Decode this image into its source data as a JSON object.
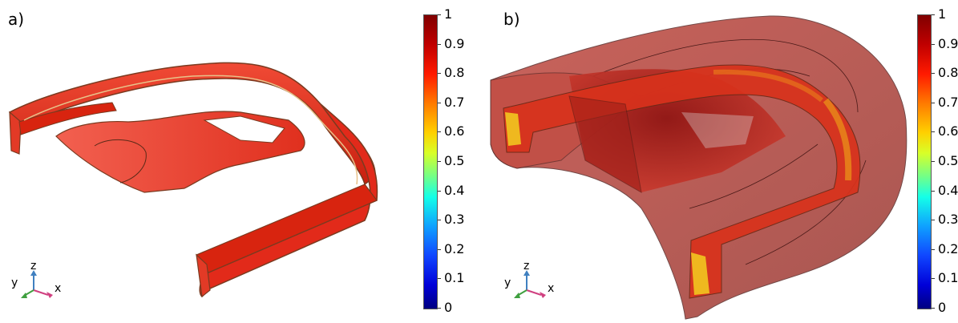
{
  "panels": [
    {
      "label": "a)",
      "colorbar_ticks": [
        "1",
        "0.9",
        "0.8",
        "0.7",
        "0.6",
        "0.5",
        "0.4",
        "0.3",
        "0.2",
        "0.1",
        "0"
      ],
      "axes": {
        "x": "x",
        "y": "y",
        "z": "z"
      }
    },
    {
      "label": "b)",
      "colorbar_ticks": [
        "1",
        "0.9",
        "0.8",
        "0.7",
        "0.6",
        "0.5",
        "0.4",
        "0.3",
        "0.2",
        "0.1",
        "0"
      ],
      "axes": {
        "x": "x",
        "y": "y",
        "z": "z"
      }
    }
  ],
  "colors": {
    "model_red": "#e8281b",
    "model_edge": "#8a4a2a",
    "housing_red": "#b8483f",
    "axis_x": "#d04080",
    "axis_y": "#40a040",
    "axis_z": "#4080c0"
  }
}
